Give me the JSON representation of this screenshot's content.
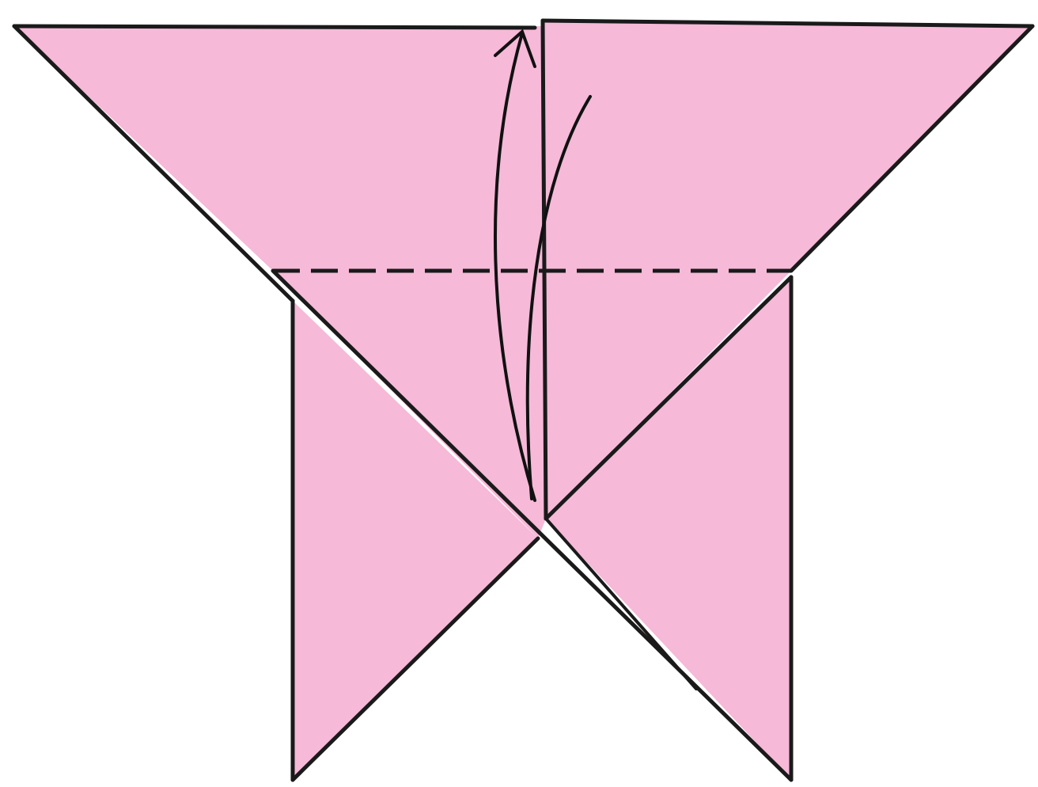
{
  "figure": {
    "subject": "origami-butterfly-fold-step",
    "colors": {
      "paper": "#f6b9d8",
      "paper_back": "#f3b2d3",
      "line": "#1a1a1a",
      "background": "#ffffff"
    },
    "symbols": [
      {
        "name": "valley-fold-line",
        "style": "dashed"
      },
      {
        "name": "fold-up-arrow",
        "direction": "up"
      }
    ]
  }
}
